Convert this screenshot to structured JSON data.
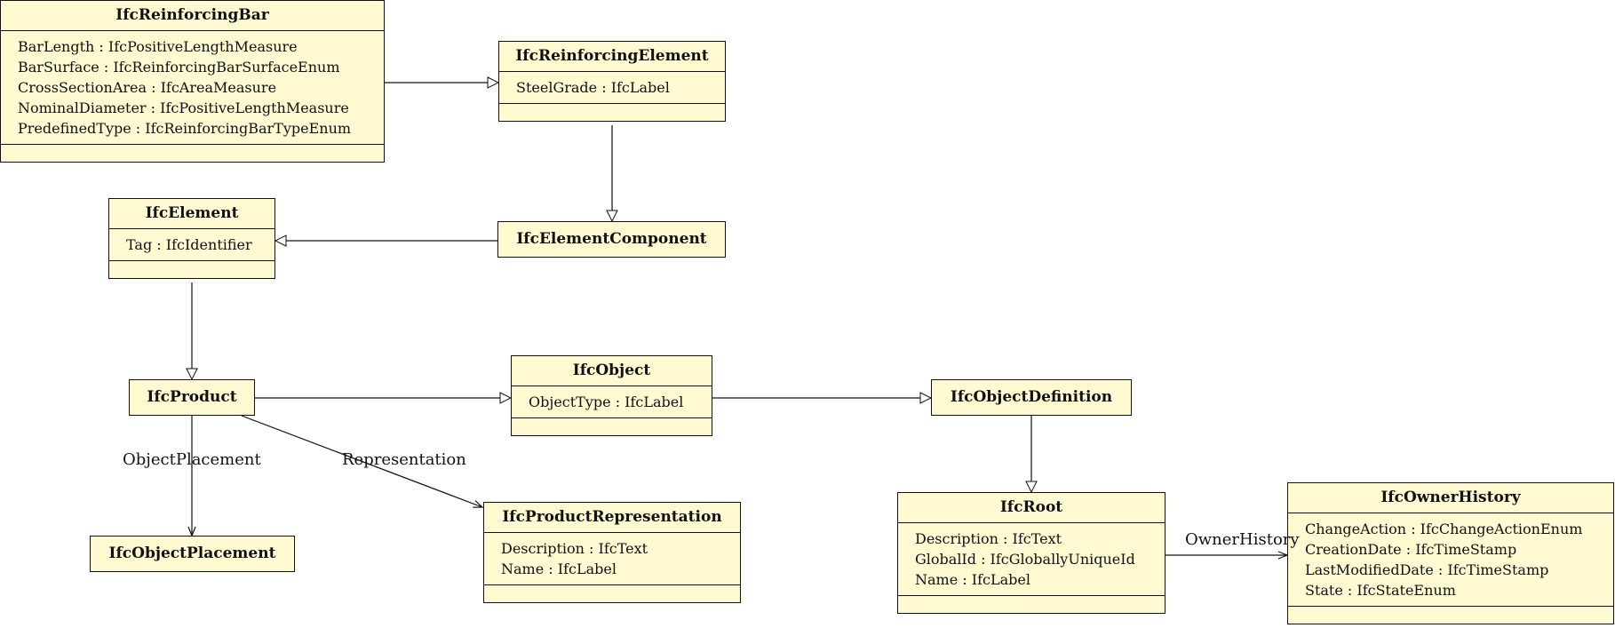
{
  "classes": {
    "reinforcing_bar": {
      "name": "IfcReinforcingBar",
      "attributes": [
        "BarLength : IfcPositiveLengthMeasure",
        "BarSurface : IfcReinforcingBarSurfaceEnum",
        "CrossSectionArea : IfcAreaMeasure",
        "NominalDiameter : IfcPositiveLengthMeasure",
        "PredefinedType : IfcReinforcingBarTypeEnum"
      ]
    },
    "reinforcing_element": {
      "name": "IfcReinforcingElement",
      "attributes": [
        "SteelGrade : IfcLabel"
      ]
    },
    "element": {
      "name": "IfcElement",
      "attributes": [
        "Tag : IfcIdentifier"
      ]
    },
    "element_component": {
      "name": "IfcElementComponent"
    },
    "product": {
      "name": "IfcProduct"
    },
    "object": {
      "name": "IfcObject",
      "attributes": [
        "ObjectType : IfcLabel"
      ]
    },
    "object_definition": {
      "name": "IfcObjectDefinition"
    },
    "object_placement": {
      "name": "IfcObjectPlacement"
    },
    "product_representation": {
      "name": "IfcProductRepresentation",
      "attributes": [
        "Description : IfcText",
        "Name : IfcLabel"
      ]
    },
    "root": {
      "name": "IfcRoot",
      "attributes": [
        "Description : IfcText",
        "GlobalId : IfcGloballyUniqueId",
        "Name : IfcLabel"
      ]
    },
    "owner_history": {
      "name": "IfcOwnerHistory",
      "attributes": [
        "ChangeAction : IfcChangeActionEnum",
        "CreationDate : IfcTimeStamp",
        "LastModifiedDate : IfcTimeStamp",
        "State : IfcStateEnum"
      ]
    }
  },
  "relations": {
    "object_placement": "ObjectPlacement",
    "representation": "Representation",
    "owner_history": "OwnerHistory"
  },
  "colors": {
    "class_fill": "#fffad2",
    "stroke": "#111111"
  }
}
